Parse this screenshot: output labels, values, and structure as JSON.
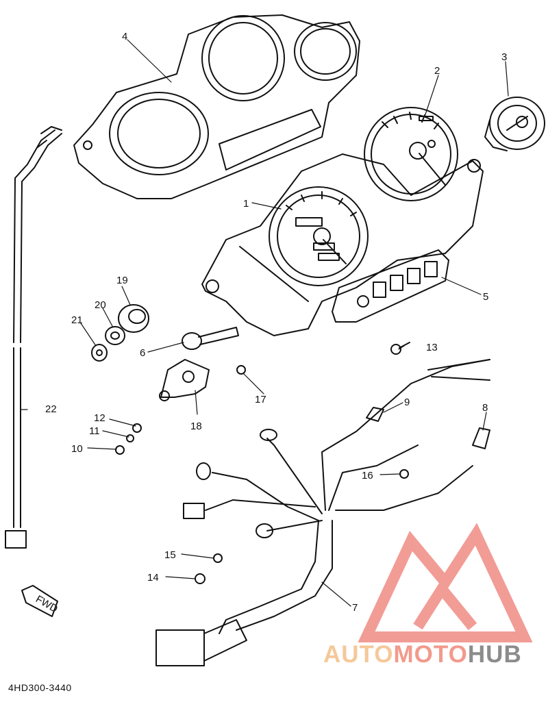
{
  "diagram": {
    "part_code": "4HD300-3440",
    "fwd_label": "FWD",
    "callouts": [
      "1",
      "2",
      "3",
      "4",
      "5",
      "6",
      "7",
      "8",
      "9",
      "10",
      "11",
      "12",
      "13",
      "14",
      "15",
      "16",
      "17",
      "18",
      "19",
      "20",
      "21",
      "22"
    ]
  },
  "watermark": {
    "brand_part1": "AUTO",
    "brand_part2": "MOTO",
    "brand_part3": "HUB",
    "colors": {
      "part1": "#f5c89a",
      "part2": "#f29a8c",
      "part3": "#8c8c8c",
      "logo": "#f08b84"
    }
  }
}
